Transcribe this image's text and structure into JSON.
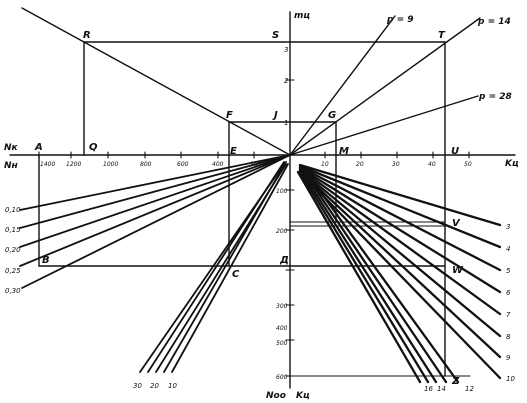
{
  "points": {
    "R": "R",
    "S": "S",
    "T": "T",
    "F": "F",
    "J": "J",
    "G": "G",
    "A": "A",
    "Q": "Q",
    "E": "E",
    "M": "M",
    "U": "U",
    "B": "B",
    "C": "C",
    "D": "Д",
    "V": "V",
    "W": "W",
    "Z": "Z"
  },
  "axes": {
    "m": "mц",
    "nk": "Nк",
    "nn": "Nн",
    "ku": "Kц",
    "noo": "Nоо",
    "ku_bottom": "Kц"
  },
  "p_labels": [
    "p = 9",
    "p = 14",
    "p = 28"
  ],
  "m_ticks": [
    "3",
    "2",
    "1"
  ],
  "left_ticks": [
    "1400",
    "1200",
    "1000",
    "800",
    "600",
    "400",
    "200"
  ],
  "right_ticks": [
    "10",
    "20",
    "30",
    "40",
    "50"
  ],
  "down_ticks": [
    "100",
    "200",
    "300",
    "400",
    "500",
    "600"
  ],
  "left_ratios": [
    "0,10",
    "0,15",
    "0,20",
    "0,25",
    "0,30"
  ],
  "bottom_left": [
    "30",
    "20",
    "10"
  ],
  "right_numbers": [
    "3",
    "4",
    "5",
    "6",
    "7",
    "8",
    "9",
    "10"
  ],
  "bottom_right": [
    "16",
    "14",
    "12"
  ]
}
